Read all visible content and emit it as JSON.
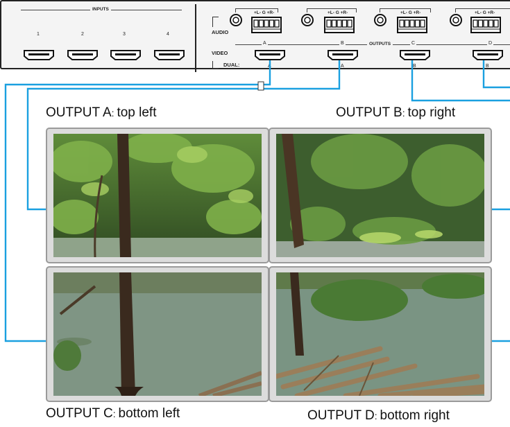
{
  "panel": {
    "inputs_label": "INPUTS",
    "input_numbers": [
      "1",
      "2",
      "3",
      "4"
    ],
    "audio_label": "AUDIO",
    "video_label": "VIDEO",
    "dual_label": "DUAL:",
    "outputs_label": "OUTPUTS",
    "terminal_label": "+L-  G  +R-",
    "output_letters": [
      "A",
      "B",
      "C",
      "D"
    ],
    "dual_letters": [
      "A",
      "A",
      "B",
      "B"
    ]
  },
  "captions": {
    "a": {
      "name": "OUTPUT A",
      "position": "top left"
    },
    "b": {
      "name": "OUTPUT B",
      "position": "top right"
    },
    "c": {
      "name": "OUTPUT C",
      "position": "bottom left"
    },
    "d": {
      "name": "OUTPUT D",
      "position": "bottom right"
    }
  },
  "colors": {
    "cable": "#1aa0e0",
    "panel_stroke": "#222222",
    "frame": "#9a9a9a"
  }
}
